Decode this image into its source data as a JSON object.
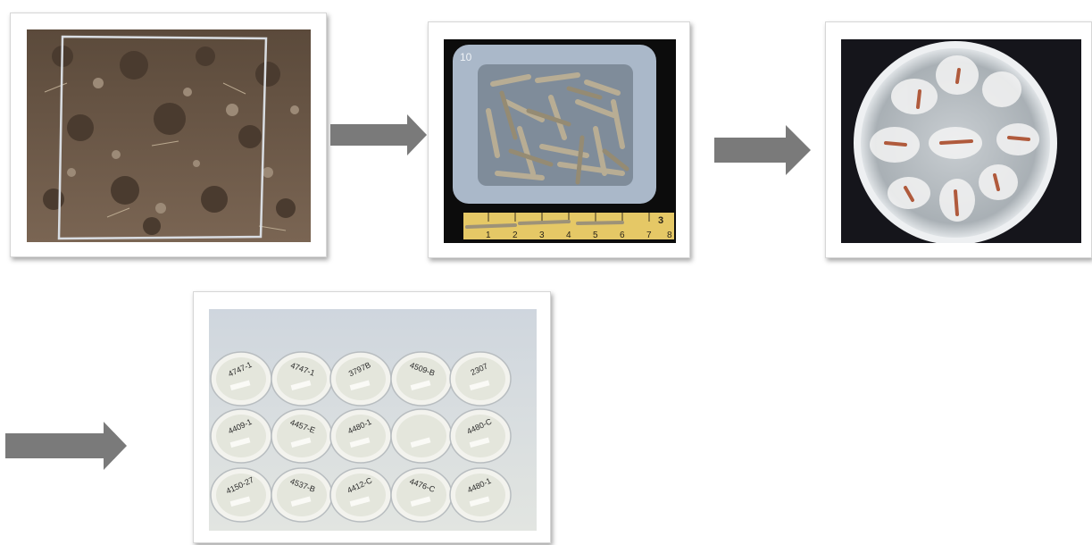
{
  "steps": [
    {
      "name": "soil-sampling-quadrat",
      "icon": "soil-quadrat-photo"
    },
    {
      "name": "residue-pieces-in-tray",
      "icon": "corn-stalk-tray-photo"
    },
    {
      "name": "petri-dish-fungal-growth",
      "icon": "fungal-culture-photo"
    },
    {
      "name": "labeled-culture-plates",
      "icon": "petri-plates-photo"
    }
  ],
  "ruler_ticks": [
    "1",
    "2",
    "3",
    "4",
    "5",
    "6",
    "7",
    "8"
  ],
  "ruler_corner": "3",
  "tray_mark": "10",
  "plate_labels": [
    [
      "4747-1",
      "4747-1",
      "3797B",
      "4509-B",
      "2307"
    ],
    [
      "4409-1",
      "4457-E",
      "4480-1",
      "",
      "4480-C"
    ],
    [
      "4150-27",
      "4537-B",
      "4412-C",
      "4476-C",
      "4480-1"
    ]
  ],
  "colors": {
    "arrow": "#7a7a7a",
    "frame_border": "#d6d6d6",
    "background": "#ffffff"
  }
}
